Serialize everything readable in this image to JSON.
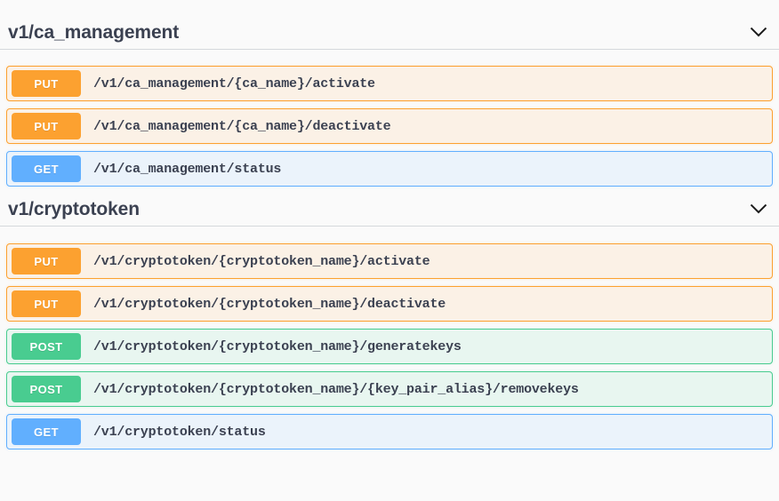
{
  "page": {
    "background_color": "#fafafa",
    "text_color": "#3b4151"
  },
  "icons": {
    "chevron_down": "chevron-down-icon"
  },
  "method_colors": {
    "get": "#61affe",
    "put": "#fca130",
    "post": "#49cc90",
    "get_bg": "#ebf3fb",
    "put_bg": "#fbf1e6",
    "post_bg": "#e8f6f0"
  },
  "sections": [
    {
      "tag": "v1/ca_management",
      "expanded": true,
      "operations": [
        {
          "method": "PUT",
          "path": "/v1/ca_management/{ca_name}/activate"
        },
        {
          "method": "PUT",
          "path": "/v1/ca_management/{ca_name}/deactivate"
        },
        {
          "method": "GET",
          "path": "/v1/ca_management/status"
        }
      ]
    },
    {
      "tag": "v1/cryptotoken",
      "expanded": true,
      "operations": [
        {
          "method": "PUT",
          "path": "/v1/cryptotoken/{cryptotoken_name}/activate"
        },
        {
          "method": "PUT",
          "path": "/v1/cryptotoken/{cryptotoken_name}/deactivate"
        },
        {
          "method": "POST",
          "path": "/v1/cryptotoken/{cryptotoken_name}/generatekeys"
        },
        {
          "method": "POST",
          "path": "/v1/cryptotoken/{cryptotoken_name}/{key_pair_alias}/removekeys"
        },
        {
          "method": "GET",
          "path": "/v1/cryptotoken/status"
        }
      ]
    }
  ]
}
